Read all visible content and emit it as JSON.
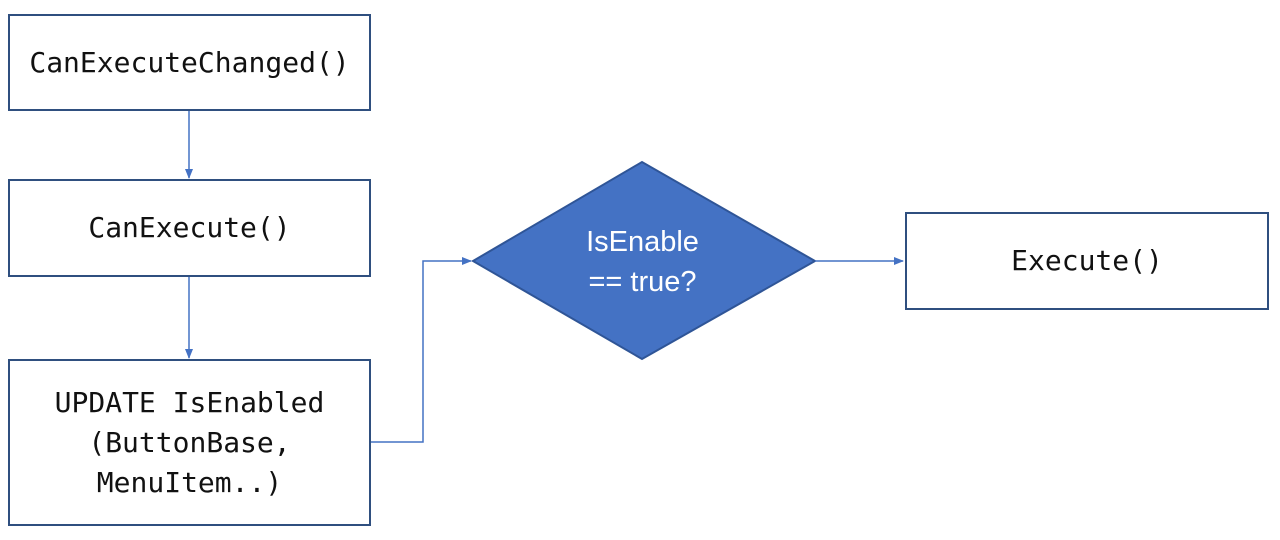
{
  "nodes": {
    "can_execute_changed": "CanExecuteChanged()",
    "can_execute": "CanExecute()",
    "update_is_enabled": "UPDATE IsEnabled\n(ButtonBase,\nMenuItem..)",
    "decision_line1": "IsEnable",
    "decision_line2": "== true?",
    "execute": "Execute()"
  },
  "colors": {
    "decision_fill": "#4472c4",
    "connector": "#4472c4",
    "box_border": "#2f4f7f"
  }
}
